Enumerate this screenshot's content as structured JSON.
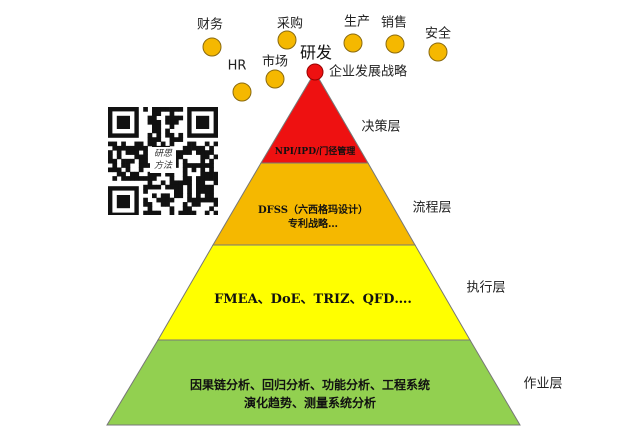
{
  "departments": [
    {
      "label": "财务"
    },
    {
      "label": "采购"
    },
    {
      "label": "生产"
    },
    {
      "label": "销售"
    },
    {
      "label": "安全"
    },
    {
      "label": "HR"
    },
    {
      "label": "市场"
    }
  ],
  "apex": {
    "label": "研发",
    "strategy": "企业发展战略"
  },
  "layers": [
    {
      "name": "决策层",
      "content": "NPI/IPD/门径管理",
      "color": "#ee1111"
    },
    {
      "name": "流程层",
      "content": "DFSS（六西格玛设计）",
      "content2": "专利战略…",
      "color": "#f5b800"
    },
    {
      "name": "执行层",
      "content": "FMEA、DoE、TRIZ、QFD….",
      "color": "#ffff00"
    },
    {
      "name": "作业层",
      "content": "因果链分析、回归分析、功能分析、工程系统",
      "content2": "演化趋势、测量系统分析",
      "color": "#92d050"
    }
  ],
  "qr_logo_text": "研思方法"
}
